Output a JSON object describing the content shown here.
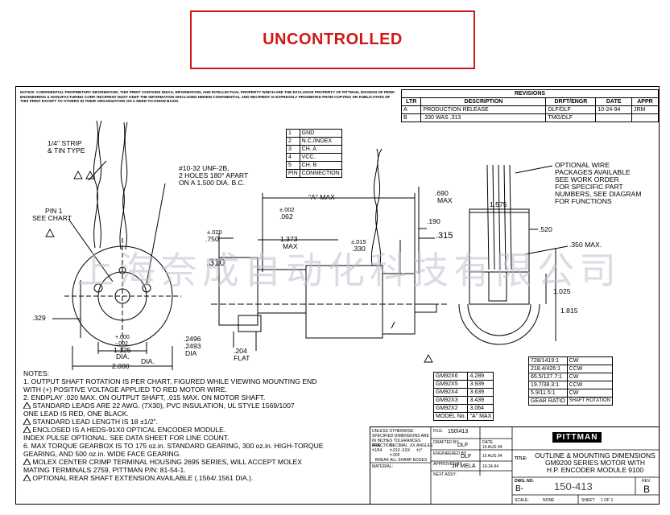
{
  "stamp": "UNCONTROLLED",
  "notice": "NOTICE: CONFIDENTIAL PROPRIETARY INFORMATION. THIS PRINT CONTAINS IDEAS, INFORMATION, AND INTELLECTUAL PROPERTY WHICH ARE THE EXCLUSIVE PROPERTY OF PITTMAN, DIVISION OF PENN ENGINEERING & MANUFACTURING CORP. RECIPIENT MUST KEEP THE INFORMATION DISCLOSED HEREIN CONFIDENTIAL AND RECIPIENT IS EXPRESSLY PROHIBITED FROM COPYING OR PUBLICATION OF THIS PRINT EXCEPT TO OTHERS IN THEIR ORGANIZATION ON A NEED-TO-KNOW BASIS.",
  "revisions": {
    "title": "REVISIONS",
    "headers": [
      "LTR",
      "DESCRIPTION",
      "DRFT/ENGR",
      "DATE",
      "APPR"
    ],
    "rows": [
      [
        "A",
        "PRODUCTION RELEASE",
        "DLF/DLF",
        "10-24-94",
        "JRM"
      ],
      [
        "B",
        ".330 WAS .313",
        "TMG/DLF",
        "",
        ""
      ]
    ]
  },
  "pins": {
    "rows": [
      [
        "1",
        "GND"
      ],
      [
        "2",
        "N.C./INDEX"
      ],
      [
        "3",
        "CH. A"
      ],
      [
        "4",
        "VCC."
      ],
      [
        "5",
        "CH. B"
      ]
    ],
    "headers": [
      "PIN",
      "CONNECTION"
    ]
  },
  "labels": {
    "strip": "1/4\" STRIP",
    "tin": "& TIN TYPE",
    "thread1": "#10-32 UNF-2B,",
    "thread2": "2 HOLES 180° APART",
    "thread3": "ON A 1.500 DIA. B.C.",
    "pin1a": "PIN 1",
    "pin1b": "SEE CHART",
    "a_max": "\"A\" MAX",
    "d690a": ".690",
    "d690b": "MAX",
    "d002": "±.002",
    "d062": ".062",
    "d020": "±.020",
    "d750": ".750",
    "d1373a": "1.373",
    "d1373b": "MAX",
    "d015": "±.015",
    "d330": ".330",
    "d190": ".190",
    "d315": ".315",
    "d310": ".310",
    "d329": ".329",
    "d000a": "+.000",
    "d000b": "-.002",
    "d1125": "1.125",
    "dia": "DIA.",
    "dia2": "DIA.",
    "d2000": "2.000",
    "d2496": ".2496",
    "d2493": ".2493",
    "dia3": "DIA",
    "d204": ".204",
    "flat": "FLAT",
    "opt1": "OPTIONAL WIRE",
    "opt2": "PACKAGES AVAILABLE",
    "opt3": "SEE WORK ORDER",
    "opt4": "FOR SPECIFIC PART",
    "opt5": "NUMBERS, SEE DIAGRAM",
    "opt6": "FOR FUNCTIONS",
    "d1575": "1.575",
    "d520": ".520",
    "d350": ".350 MAX.",
    "d1025": "1.025",
    "d1815": "1.815"
  },
  "model_table": {
    "rows": [
      [
        "GM92X6",
        "4.289"
      ],
      [
        "GM92X5",
        "3.939"
      ],
      [
        "GM92X4",
        "3.639"
      ],
      [
        "GM92X3",
        "3.439"
      ],
      [
        "GM92X2",
        "3.064"
      ]
    ],
    "headers": [
      "MODEL No.",
      "\"A\" MAX"
    ]
  },
  "gear_table": {
    "rows": [
      [
        "728/1419:1",
        "CW"
      ],
      [
        "218.4/426:1",
        "CCW"
      ],
      [
        "65.5/127.7:1",
        "CW"
      ],
      [
        "19.7/38.3:1",
        "CCW"
      ],
      [
        "5.9/11.5:1",
        "CW"
      ]
    ],
    "headers": [
      "GEAR RATIO",
      "SHAFT ROTATION"
    ]
  },
  "notes": {
    "title": "NOTES:",
    "n1a": "1. OUTPUT SHAFT ROTATION IS PER CHART, FIGURED WHILE VIEWING MOUNTING END",
    "n1b": "WITH (+) POSITIVE VOLTAGE APPLIED TO RED MOTOR WIRE.",
    "n2": "2. ENDPLAY .020 MAX. ON OUTPUT SHAFT, .015 MAX. ON MOTOR SHAFT.",
    "n3a": "STANDARD LEADS ARE 22 AWG. (7X30), PVC INSULATION, UL STYLE 1569/1007",
    "n3b": "ONE LEAD IS RED, ONE BLACK.",
    "n4": "STANDARD LEAD LENGTH IS 18 ±1/2\".",
    "n5a": "ENCLOSED IS A HEDS-91X0 OPTICAL ENCODER MODULE.",
    "n5b": "INDEX PULSE OPTIONAL. SEE DATA SHEET FOR LINE COUNT.",
    "n6a": "6. MAX TORQUE GEARBOX IS TO 175 oz.in. STANDARD GEARING, 300 oz.in. HIGH-TORQUE",
    "n6b": "GEARING, AND 500 oz.in. WIDE FACE GEARING.",
    "n7a": "MOLEX CENTER CRIMP TERMINAL HOUSING 2695 SERIES, WILL ACCEPT MOLEX",
    "n7b": "MATING TERMINALS 2759, PITTMAN P/N: 81-54-1.",
    "n8": "OPTIONAL REAR SHAFT EXTENSION AVAILABLE (.1564/.1561 DIA.)."
  },
  "title_block": {
    "unless": "UNLESS OTHERWISE SPECIFIED DIMENSIONS ARE IN INCHES TOLERANCES ARE:",
    "fraction": "FRACTION ±1/64",
    "decimal": "DECIMAL .XX ±.010 .XXX ±.005",
    "angles": "ANGLES ±1°",
    "break": "BREAK ALL SHARP EDGES",
    "material": "MATERIAL:",
    "file_lbl": "FILE:",
    "file": "150\\413",
    "drafted_lbl": "DRAFTED BY",
    "drafted": "DLF",
    "date_lbl": "DATE",
    "date1": "15 AUG 94",
    "eng_lbl": "ENGINEERED BY",
    "eng": "DLF",
    "date2": "15 AUG 94",
    "appr_lbl": "APPROVED BY",
    "appr": "JR MELA",
    "date3": "10-24-94",
    "next_lbl": "NEXT ASSY:",
    "brand": "PITTMAN",
    "title_lbl": "TITLE:",
    "title1": "OUTLINE & MOUNTING DIMENSIONS",
    "title2": "GM9200 SERIES MOTOR WITH",
    "title3": "H.P. ENCODER MODULE 9100",
    "dwg_lbl": "DWG. NO.",
    "dwg_prefix": "B-",
    "dwg_no": "150-413",
    "rev_lbl": "REV.",
    "rev": "B",
    "scale_lbl": "SCALE:",
    "scale": "NONE",
    "sheet_lbl": "SHEET",
    "sheet": "1 OF 1"
  },
  "watermark": "上海奈成自动化科技有限公司"
}
